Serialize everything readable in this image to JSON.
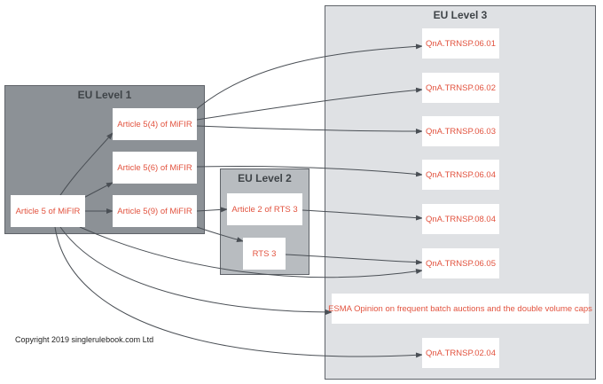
{
  "clusters": {
    "l1": "EU Level 1",
    "l2": "EU Level 2",
    "l3": "EU Level 3"
  },
  "nodes": {
    "art5": "Article 5 of MiFIR",
    "art54": "Article 5(4) of MiFIR",
    "art56": "Article 5(6) of MiFIR",
    "art59": "Article 5(9) of MiFIR",
    "art2rts3": "Article 2 of RTS 3",
    "rts3": "RTS 3",
    "q0601": "QnA.TRNSP.06.01",
    "q0602": "QnA.TRNSP.06.02",
    "q0603": "QnA.TRNSP.06.03",
    "q0604": "QnA.TRNSP.06.04",
    "q0804": "QnA.TRNSP.08.04",
    "q0605": "QnA.TRNSP.06.05",
    "esma": "ESMA Opinion on frequent batch auctions and the double volume caps",
    "q0204": "QnA.TRNSP.02.04"
  },
  "copyright": "Copyright 2019 singlerulebook.com Ltd",
  "colors": {
    "node_text": "#e2533f",
    "level1_fill": "#8c9196",
    "level2_fill": "#b8bcc0",
    "level3_fill": "#dfe1e4",
    "edge": "#4a4f55"
  }
}
